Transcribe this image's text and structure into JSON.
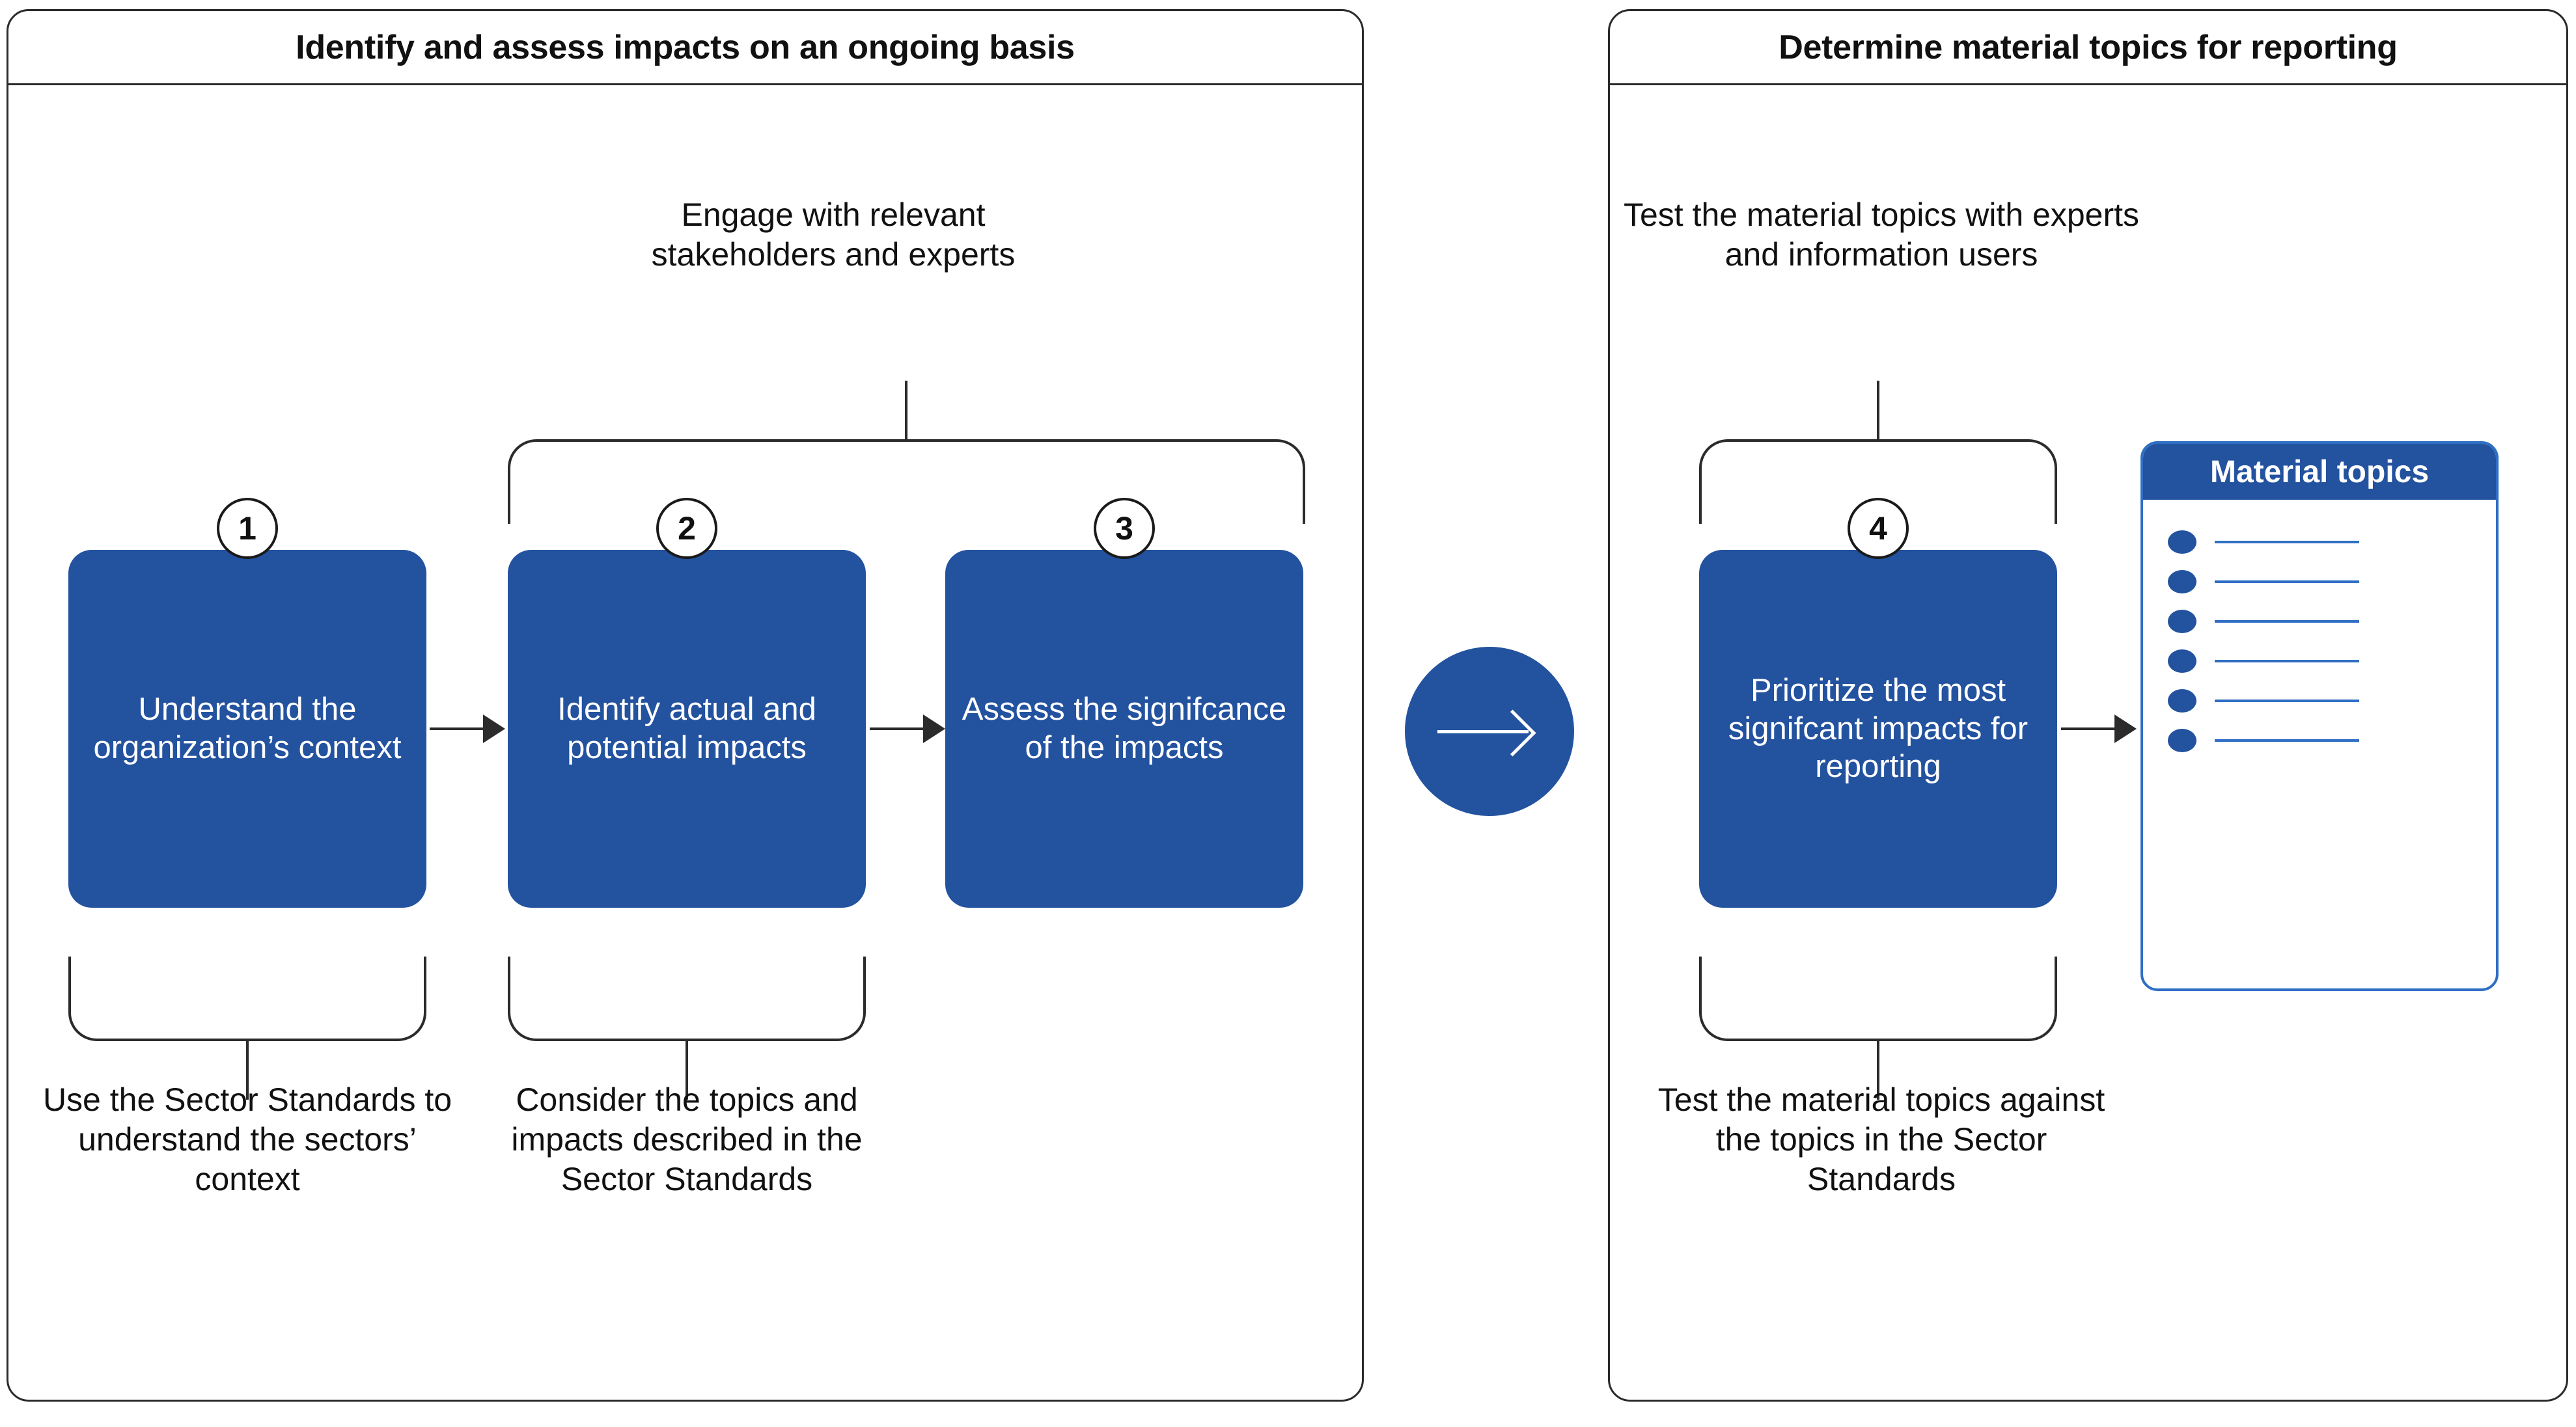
{
  "diagram": {
    "type": "process-flow",
    "accent_blue": "#23529F",
    "line_color": "#2b2b2b",
    "panels": [
      {
        "id": "identify-assess",
        "title": "Identify and assess impacts on an ongoing basis",
        "top_annotation": "Engage with relevant stakeholders and experts",
        "steps": [
          {
            "number": "1",
            "label": "Understand the organization’s context",
            "bottom_annotation": "Use the Sector Standards to understand the sectors’ context"
          },
          {
            "number": "2",
            "label": "Identify actual and potential impacts",
            "bottom_annotation": "Consider the topics and impacts described in the Sector Standards"
          },
          {
            "number": "3",
            "label": "Assess the signifcance of the impacts",
            "bottom_annotation": ""
          }
        ]
      },
      {
        "id": "determine-material-topics",
        "title": "Determine material topics for reporting",
        "top_annotation": "Test the material topics with experts and information users",
        "steps": [
          {
            "number": "4",
            "label": "Prioritize the most signifcant impacts for reporting",
            "bottom_annotation": "Test the material topics against the topics in the Sector Standards"
          }
        ],
        "output_card": {
          "title": "Material topics",
          "row_count": 6,
          "rows": [
            "",
            "",
            "",
            "",
            "",
            ""
          ]
        }
      }
    ],
    "connector": {
      "icon": "arrow-right-icon",
      "shape": "filled-circle",
      "color": "#23529F"
    }
  }
}
